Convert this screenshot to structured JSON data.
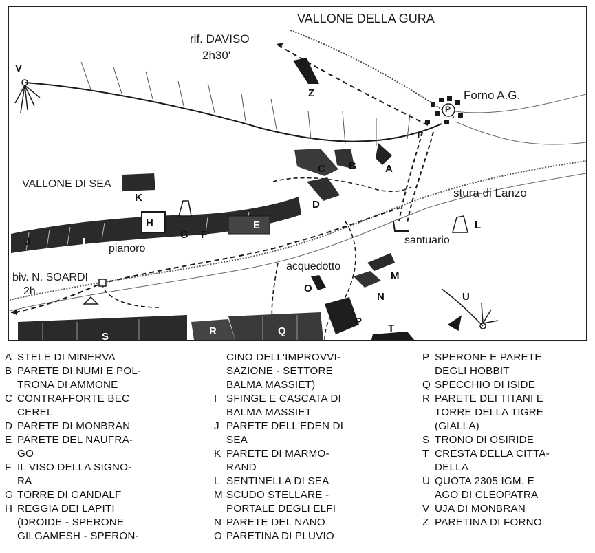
{
  "map": {
    "labels": {
      "vallone_della_gura": "VALLONE DELLA GURA",
      "rif_daviso": "rif. DAVISO",
      "rif_daviso_time": "2h30'",
      "forno": "Forno A.G.",
      "vallone_di_sea": "VALLONE DI SEA",
      "stura": "stura di Lanzo",
      "pianoro": "pianoro",
      "santuario": "santuario",
      "acquedotto": "acquedotto",
      "biv_soardi": "biv. N. SOARDI",
      "biv_time": "2h",
      "parking": "P"
    },
    "sectors": {
      "A": "A",
      "B": "B",
      "C": "C",
      "D": "D",
      "E": "E",
      "F": "F",
      "G": "G",
      "H": "H",
      "I": "I",
      "J": "J",
      "K": "K",
      "L": "L",
      "M": "M",
      "N": "N",
      "O": "O",
      "P": "P",
      "Q": "Q",
      "R": "R",
      "S": "S",
      "T": "T",
      "U": "U",
      "V": "V",
      "Z": "Z"
    }
  },
  "legend": {
    "col1": [
      {
        "key": "A",
        "text": "STELE DI MINERVA"
      },
      {
        "key": "B",
        "text": "PARETE DI NUMI E POL-"
      },
      {
        "key": "",
        "text": "TRONA DI AMMONE"
      },
      {
        "key": "C",
        "text": "CONTRAFFORTE BEC"
      },
      {
        "key": "",
        "text": "CEREL"
      },
      {
        "key": "D",
        "text": "PARETE DI MONBRAN"
      },
      {
        "key": "E",
        "text": "PARETE DEL NAUFRA-"
      },
      {
        "key": "",
        "text": "GO"
      },
      {
        "key": "F",
        "text": "IL VISO DELLA SIGNO-"
      },
      {
        "key": "",
        "text": "RA"
      },
      {
        "key": "G",
        "text": "TORRE DI GANDALF"
      },
      {
        "key": "H",
        "text": "REGGIA DEI LAPITI"
      },
      {
        "key": "",
        "text": "(DROIDE - SPERONE"
      },
      {
        "key": "",
        "text": "GILGAMESH - SPERON-"
      }
    ],
    "col2": [
      {
        "key": "",
        "text": "CINO DELL'IMPROVVI-"
      },
      {
        "key": "",
        "text": "SAZIONE - SETTORE"
      },
      {
        "key": "",
        "text": "BALMA MASSIET)"
      },
      {
        "key": "I",
        "text": "SFINGE E CASCATA DI"
      },
      {
        "key": "",
        "text": "BALMA MASSIET"
      },
      {
        "key": "J",
        "text": "PARETE DELL'EDEN DI"
      },
      {
        "key": "",
        "text": "SEA"
      },
      {
        "key": "K",
        "text": "PARETE DI MARMO-"
      },
      {
        "key": "",
        "text": "RAND"
      },
      {
        "key": "L",
        "text": "SENTINELLA DI SEA"
      },
      {
        "key": "M",
        "text": "SCUDO STELLARE -"
      },
      {
        "key": "",
        "text": "PORTALE DEGLI ELFI"
      },
      {
        "key": "N",
        "text": "PARETE DEL NANO"
      },
      {
        "key": "O",
        "text": "PARETINA DI PLUVIO"
      }
    ],
    "col3": [
      {
        "key": "P",
        "text": "SPERONE E PARETE"
      },
      {
        "key": "",
        "text": "DEGLI HOBBIT"
      },
      {
        "key": "Q",
        "text": "SPECCHIO DI ISIDE"
      },
      {
        "key": "R",
        "text": "PARETE DEI TITANI E"
      },
      {
        "key": "",
        "text": "TORRE DELLA TIGRE"
      },
      {
        "key": "",
        "text": "(GIALLA)"
      },
      {
        "key": "S",
        "text": "TRONO DI OSIRIDE"
      },
      {
        "key": "T",
        "text": "CRESTA DELLA CITTA-"
      },
      {
        "key": "",
        "text": "DELLA"
      },
      {
        "key": "U",
        "text": "QUOTA 2305 IGM. E"
      },
      {
        "key": "",
        "text": "AGO DI CLEOPATRA"
      },
      {
        "key": "V",
        "text": "UJA DI MONBRAN"
      },
      {
        "key": "Z",
        "text": "PARETINA DI FORNO"
      }
    ]
  }
}
